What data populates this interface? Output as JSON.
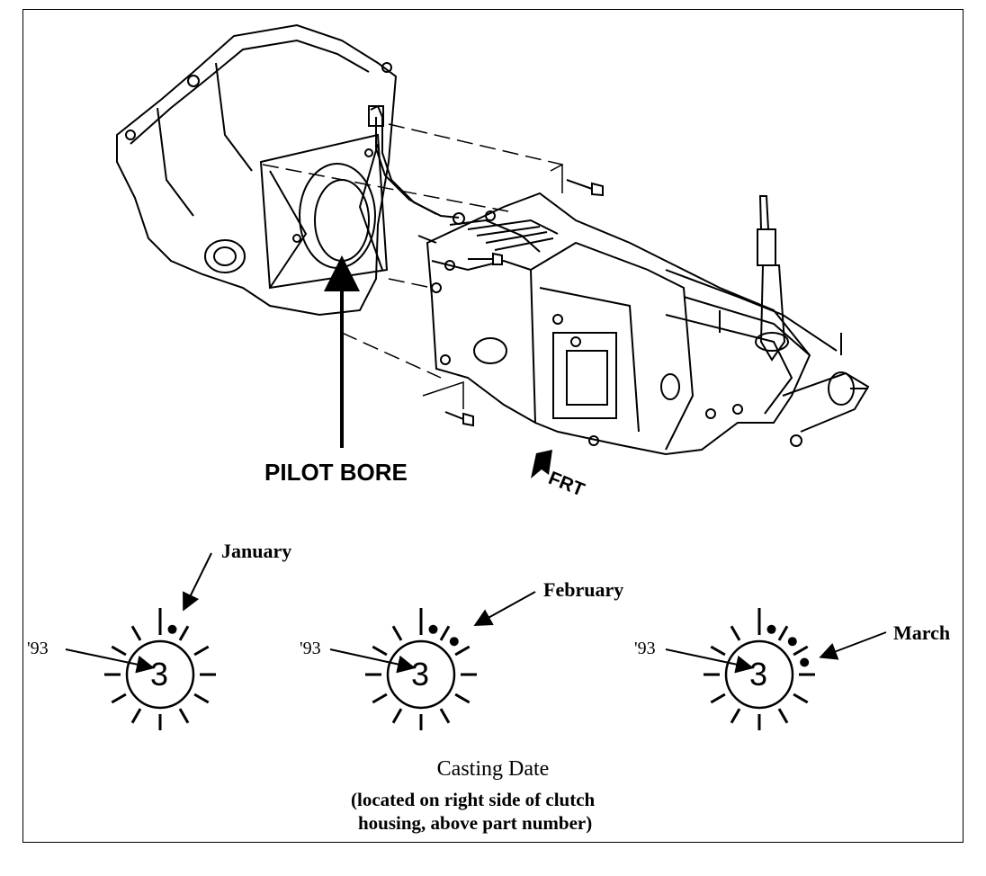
{
  "diagram": {
    "callouts": {
      "pilot_bore": "PILOT BORE",
      "front": "FRT"
    },
    "casting_dials": [
      {
        "month": "January",
        "year": "'93",
        "digit": "3",
        "dots": 1
      },
      {
        "month": "February",
        "year": "'93",
        "digit": "3",
        "dots": 2
      },
      {
        "month": "March",
        "year": "'93",
        "digit": "3",
        "dots": 3
      }
    ],
    "caption": {
      "title": "Casting Date",
      "note_line1": "(located on right side of clutch",
      "note_line2": "housing, above part number)"
    }
  }
}
